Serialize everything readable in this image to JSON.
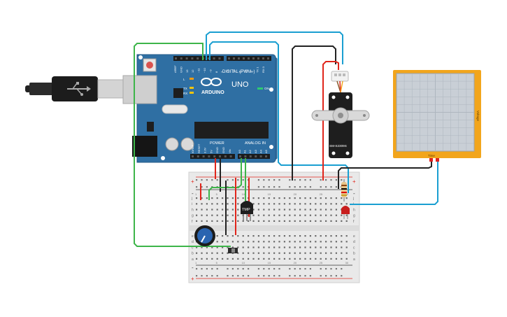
{
  "arduino": {
    "brand": "ARDUINO",
    "model": "UNO",
    "digital_label": "DIGITAL (PWM~)",
    "power_label": "POWER",
    "analog_label": "ANALOG IN",
    "tx_label": "TX",
    "rx_label": "RX",
    "l_label": "L",
    "on_label": "ON",
    "digital_pins": [
      "AREF",
      "GND",
      "13",
      "12",
      "~11",
      "~10",
      "~9",
      "8",
      "7",
      "~6",
      "~5",
      "4",
      "~3",
      "2",
      "TX 1",
      "RX 0"
    ],
    "power_pins": [
      "IOREF",
      "RESET",
      "3.3V",
      "5V",
      "GND",
      "GND",
      "Vin"
    ],
    "analog_pins": [
      "A0",
      "A1",
      "A2",
      "A3",
      "A4",
      "A5"
    ]
  },
  "servo": {
    "model": "SM-S2309S"
  },
  "oscilloscope": {
    "title": "Voltage",
    "input_label": "Time"
  },
  "breadboard": {
    "rows_top": [
      "j",
      "i",
      "h",
      "g",
      "f"
    ],
    "rows_bottom": [
      "e",
      "d",
      "c",
      "b",
      "a"
    ],
    "column_numbers": [
      "1",
      "5",
      "10",
      "15",
      "20",
      "25",
      "30"
    ],
    "plus": "+",
    "minus": "-"
  },
  "sensor": {
    "label": "TMP"
  },
  "colors": {
    "board": "#2f6fa3",
    "wire_blue": "#1a9fd1",
    "wire_green": "#3db54a",
    "wire_red": "#e0251b",
    "wire_black": "#222222",
    "scope_frame": "#f2a51c"
  }
}
